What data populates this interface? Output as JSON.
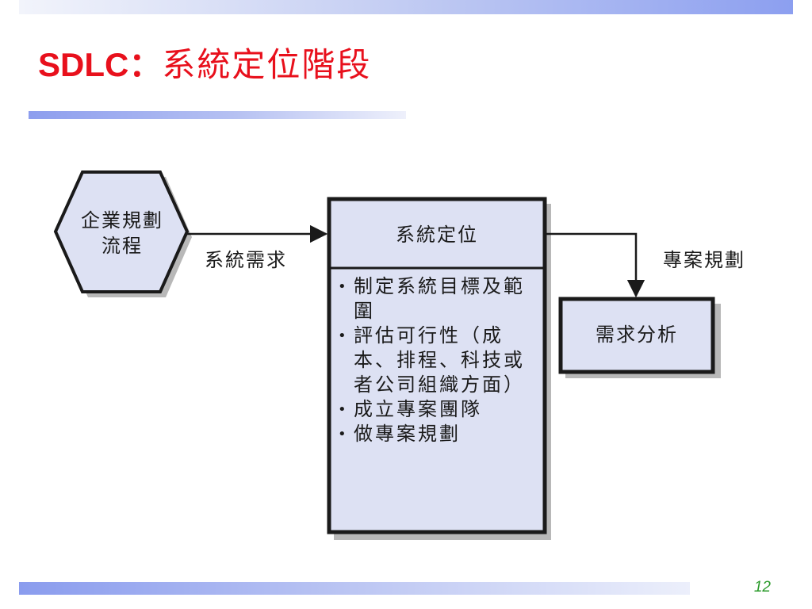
{
  "slide": {
    "title_latin": "SDLC",
    "title_separator": "：",
    "title_cjk": "系統定位階段",
    "page_number": "12"
  },
  "diagram": {
    "hexagon_label": "企業規劃\n流程",
    "edge_input_label": "系統需求",
    "main_box_title": "系統定位",
    "main_box_bullets": [
      "制定系統目標及範圍",
      "評估可行性（成本、排程、科技或者公司組織方面）",
      "成立專案團隊",
      "做專案規劃"
    ],
    "edge_output_label": "專案規劃",
    "target_box_label": "需求分析"
  },
  "colors": {
    "title_red": "#e8101c",
    "box_fill": "#dde1f3",
    "page_number_green": "#2a9a2a"
  }
}
